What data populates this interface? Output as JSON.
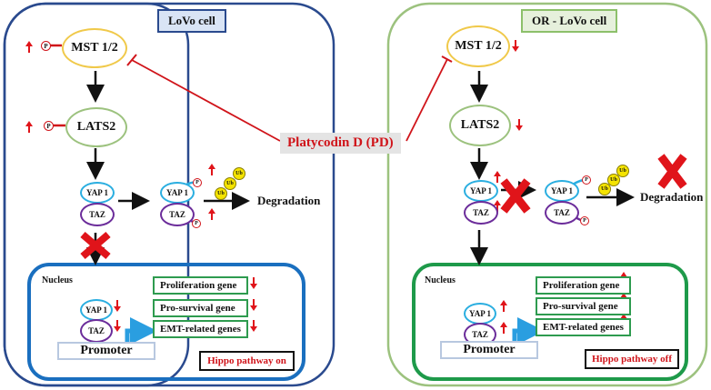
{
  "colors": {
    "lovo_border": "#2a4a8e",
    "or_border": "#9cc27e",
    "nucleus_lovo": "#1a6fbf",
    "nucleus_or": "#1e9a4a",
    "mst": "#f0c94a",
    "lats": "#9cc27e",
    "yap": "#2aaee0",
    "taz": "#6b2c9a",
    "inhibit": "#d0141a",
    "arrow_red": "#e0141a",
    "ub": "#f5e400",
    "promoter_arrow": "#2a9ee0",
    "gene_border": "#2e9b4f"
  },
  "drug": {
    "label": "Platycodin D (PD)"
  },
  "left_cell": {
    "title": "LoVo cell",
    "mst": {
      "label": "MST 1/2",
      "phospho": "P",
      "change": "up"
    },
    "lats": {
      "label": "LATS2",
      "phospho": "P",
      "change": "up"
    },
    "complex": {
      "yap": "YAP 1",
      "taz": "TAZ"
    },
    "phospho_complex": {
      "yap": "YAP 1",
      "taz": "TAZ",
      "phospho": "P",
      "change": "up"
    },
    "ub": [
      "Ub",
      "Ub",
      "Ub"
    ],
    "degradation": "Degradation",
    "nuclear_entry_blocked": true,
    "nucleus": {
      "label": "Nucleus",
      "yap": "YAP 1",
      "taz": "TAZ",
      "change": "down",
      "promoter": "Promoter",
      "genes": [
        {
          "label": "Proliferation gene",
          "change": "down"
        },
        {
          "label": "Pro-survival gene",
          "change": "down"
        },
        {
          "label": "EMT-related genes",
          "change": "down"
        }
      ],
      "status": "Hippo pathway on"
    }
  },
  "right_cell": {
    "title": "OR - LoVo cell",
    "mst": {
      "label": "MST 1/2",
      "change": "down"
    },
    "lats": {
      "label": "LATS2",
      "change": "down"
    },
    "complex": {
      "yap": "YAP 1",
      "taz": "TAZ",
      "change": "up"
    },
    "phosphorylation_blocked": true,
    "phospho_complex": {
      "yap": "YAP 1",
      "taz": "TAZ",
      "phospho": "P"
    },
    "ub": [
      "Ub",
      "Ub",
      "Ub"
    ],
    "degradation": "Degradation",
    "degradation_blocked": true,
    "nucleus": {
      "label": "Nucleus",
      "yap": "YAP 1",
      "taz": "TAZ",
      "change": "up",
      "promoter": "Promoter",
      "genes": [
        {
          "label": "Proliferation gene",
          "change": "up"
        },
        {
          "label": "Pro-survival gene",
          "change": "up"
        },
        {
          "label": "EMT-related genes",
          "change": "up"
        }
      ],
      "status": "Hippo pathway off"
    }
  }
}
